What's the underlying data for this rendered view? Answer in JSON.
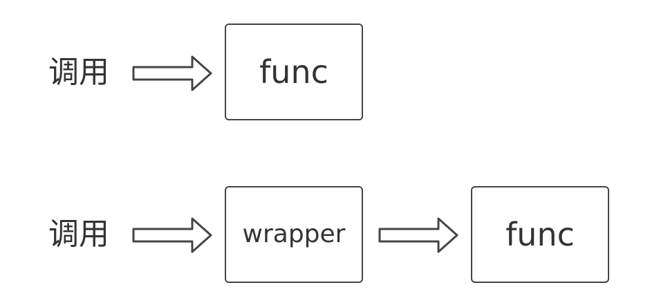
{
  "diagram": {
    "row1": {
      "caller_label": "调用",
      "target_label": "func"
    },
    "row2": {
      "caller_label": "调用",
      "middle_label": "wrapper",
      "target_label": "func"
    },
    "colors": {
      "stroke": "#444444",
      "text": "#333333",
      "background": "#ffffff"
    }
  }
}
